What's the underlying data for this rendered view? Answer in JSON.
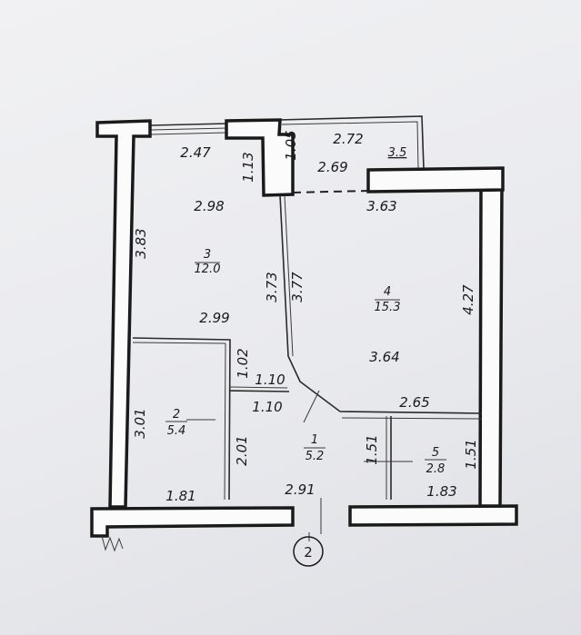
{
  "plan": {
    "axis_marker": "2",
    "rooms": [
      {
        "number": "1",
        "area": "5.2"
      },
      {
        "number": "2",
        "area": "5.4"
      },
      {
        "number": "3",
        "area": "12.0"
      },
      {
        "number": "4",
        "area": "15.3"
      },
      {
        "number": "5",
        "area": "2.8"
      }
    ],
    "dimensions": {
      "balcony_top": "2.72",
      "balcony_inner": "2.69",
      "balcony_right": "3.5",
      "balcony_depth": "1.05",
      "niche_depth": "1.13",
      "room3_top": "2.47",
      "room3_width": "2.98",
      "room3_bottom": "2.99",
      "room3_left": "3.83",
      "room3_right": "3.73",
      "room4_left": "3.77",
      "room4_top": "3.63",
      "room4_mid": "3.64",
      "room4_right": "4.27",
      "corridor_top_a": "1.02",
      "corridor_w1": "1.10",
      "corridor_w2": "1.10",
      "bath_top": "2.65",
      "bath_left": "1.51",
      "bath_right": "1.51",
      "bath_bottom": "1.83",
      "room2_left": "3.01",
      "room2_right": "2.01",
      "room2_bottom": "1.81",
      "hall_bottom": "2.91"
    }
  }
}
